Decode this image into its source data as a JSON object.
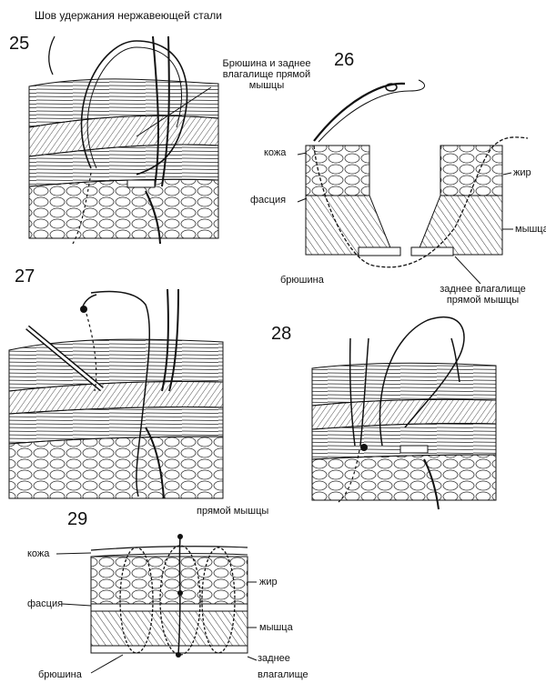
{
  "header": {
    "title": "Шов удержания нержавеющей стали"
  },
  "fig25": {
    "number": "25",
    "label_line1": "Брюшина и заднее",
    "label_line2": "влагалище прямой",
    "label_line3": "мышцы"
  },
  "fig26": {
    "number": "26",
    "skin": "кожа",
    "fascia": "фасция",
    "peritoneum": "брюшина",
    "fat": "жир",
    "muscle": "мышца",
    "sheath_line1": "заднее влагалище",
    "sheath_line2": "прямой мышцы"
  },
  "fig27": {
    "number": "27"
  },
  "fig28": {
    "number": "28"
  },
  "fig29": {
    "number": "29",
    "caption_top": "прямой мышцы",
    "skin": "кожа",
    "fascia": "фасция",
    "peritoneum": "брюшина",
    "fat": "жир",
    "muscle": "мышца",
    "sheath_line1": "заднее",
    "sheath_line2": "влагалище"
  }
}
